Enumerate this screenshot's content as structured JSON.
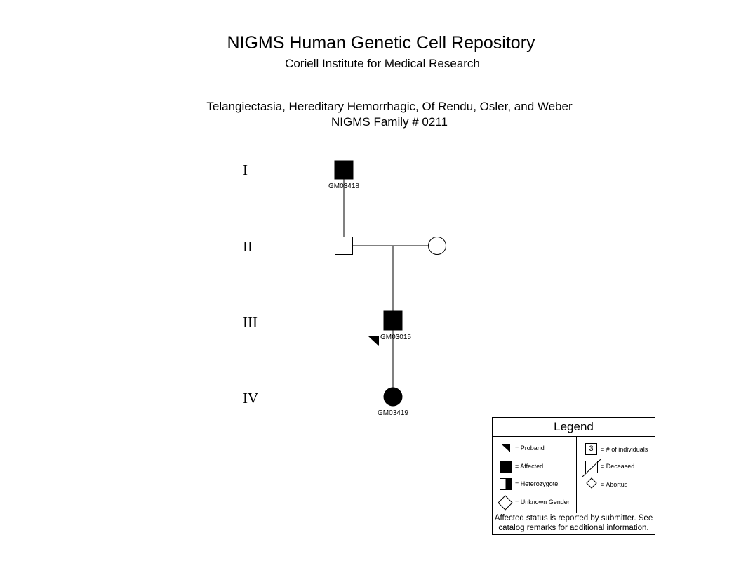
{
  "header": {
    "title": "NIGMS Human Genetic Cell Repository",
    "subtitle": "Coriell Institute for Medical Research"
  },
  "family": {
    "disease": "Telangiectasia, Hereditary Hemorrhagic, Of Rendu, Osler, and Weber",
    "family_number": "NIGMS Family # 0211"
  },
  "generations": [
    "I",
    "II",
    "III",
    "IV"
  ],
  "individuals": [
    {
      "id": "I-1",
      "sex": "male",
      "affected": true,
      "label": "GM03418"
    },
    {
      "id": "II-1",
      "sex": "male",
      "affected": false,
      "label": ""
    },
    {
      "id": "II-2",
      "sex": "female",
      "affected": false,
      "label": ""
    },
    {
      "id": "III-1",
      "sex": "male",
      "affected": true,
      "proband": true,
      "label": "GM03015"
    },
    {
      "id": "IV-1",
      "sex": "female",
      "affected": true,
      "label": "GM03419"
    }
  ],
  "legend": {
    "title": "Legend",
    "proband": "= Proband",
    "affected": "= Affected",
    "heterozygote": "= Heterozygote",
    "unknown_gender": "= Unknown Gender",
    "count_number": "3",
    "count": "= # of individuals",
    "deceased": "= Deceased",
    "abortus": "= Abortus",
    "note_line1": "Affected status is reported by submitter. See",
    "note_line2": "catalog remarks for additional information."
  }
}
